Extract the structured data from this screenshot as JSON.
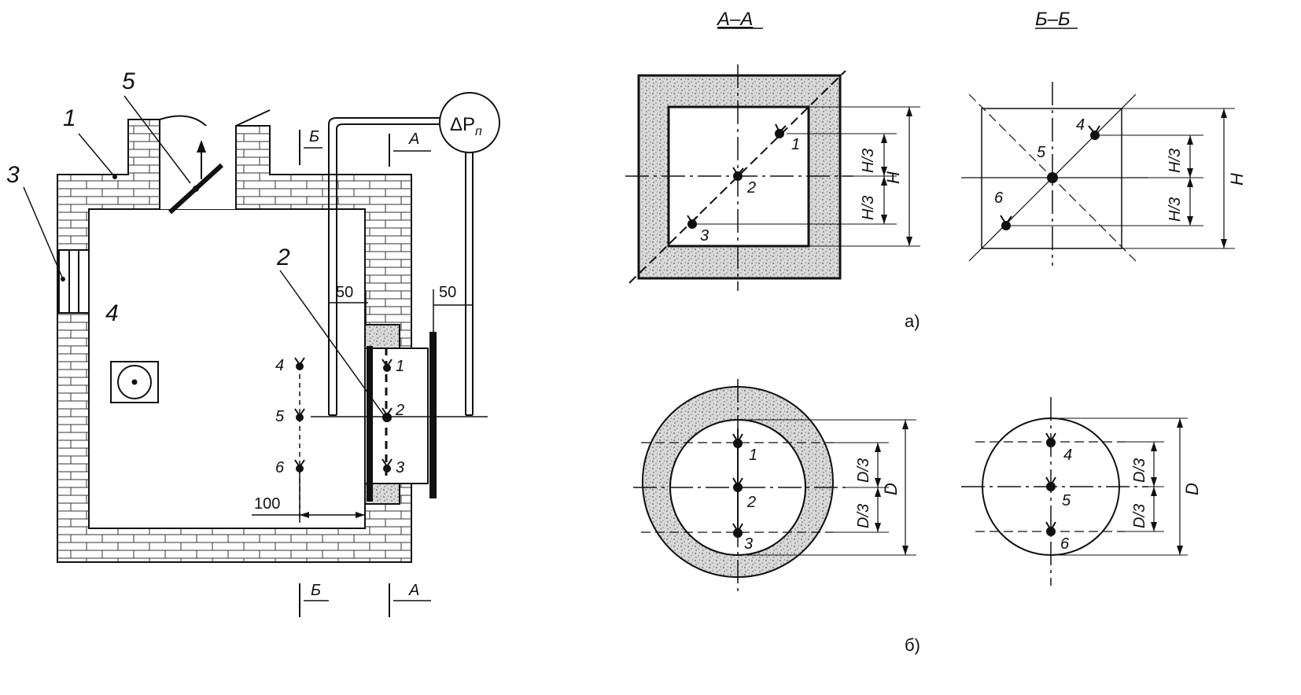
{
  "section_titles": {
    "aa": "А–А",
    "bb": "Б–Б"
  },
  "part_labels": {
    "a": "а)",
    "b": "б)"
  },
  "callouts": {
    "wall": "1",
    "sensor_panel": "2",
    "window": "3",
    "burner": "4",
    "damper": "5"
  },
  "section_marks": {
    "b": "Б",
    "a": "А"
  },
  "gauge_label": "ΔP",
  "gauge_subscript": "п",
  "dims": {
    "gap_inner": "50",
    "gap_outer": "50",
    "offset": "100"
  },
  "points": {
    "p1": "1",
    "p2": "2",
    "p3": "3",
    "p4": "4",
    "p5": "5",
    "p6": "6"
  },
  "dim_labels": {
    "H": "H",
    "H3": "H/3",
    "D": "D",
    "D3": "D/3"
  }
}
